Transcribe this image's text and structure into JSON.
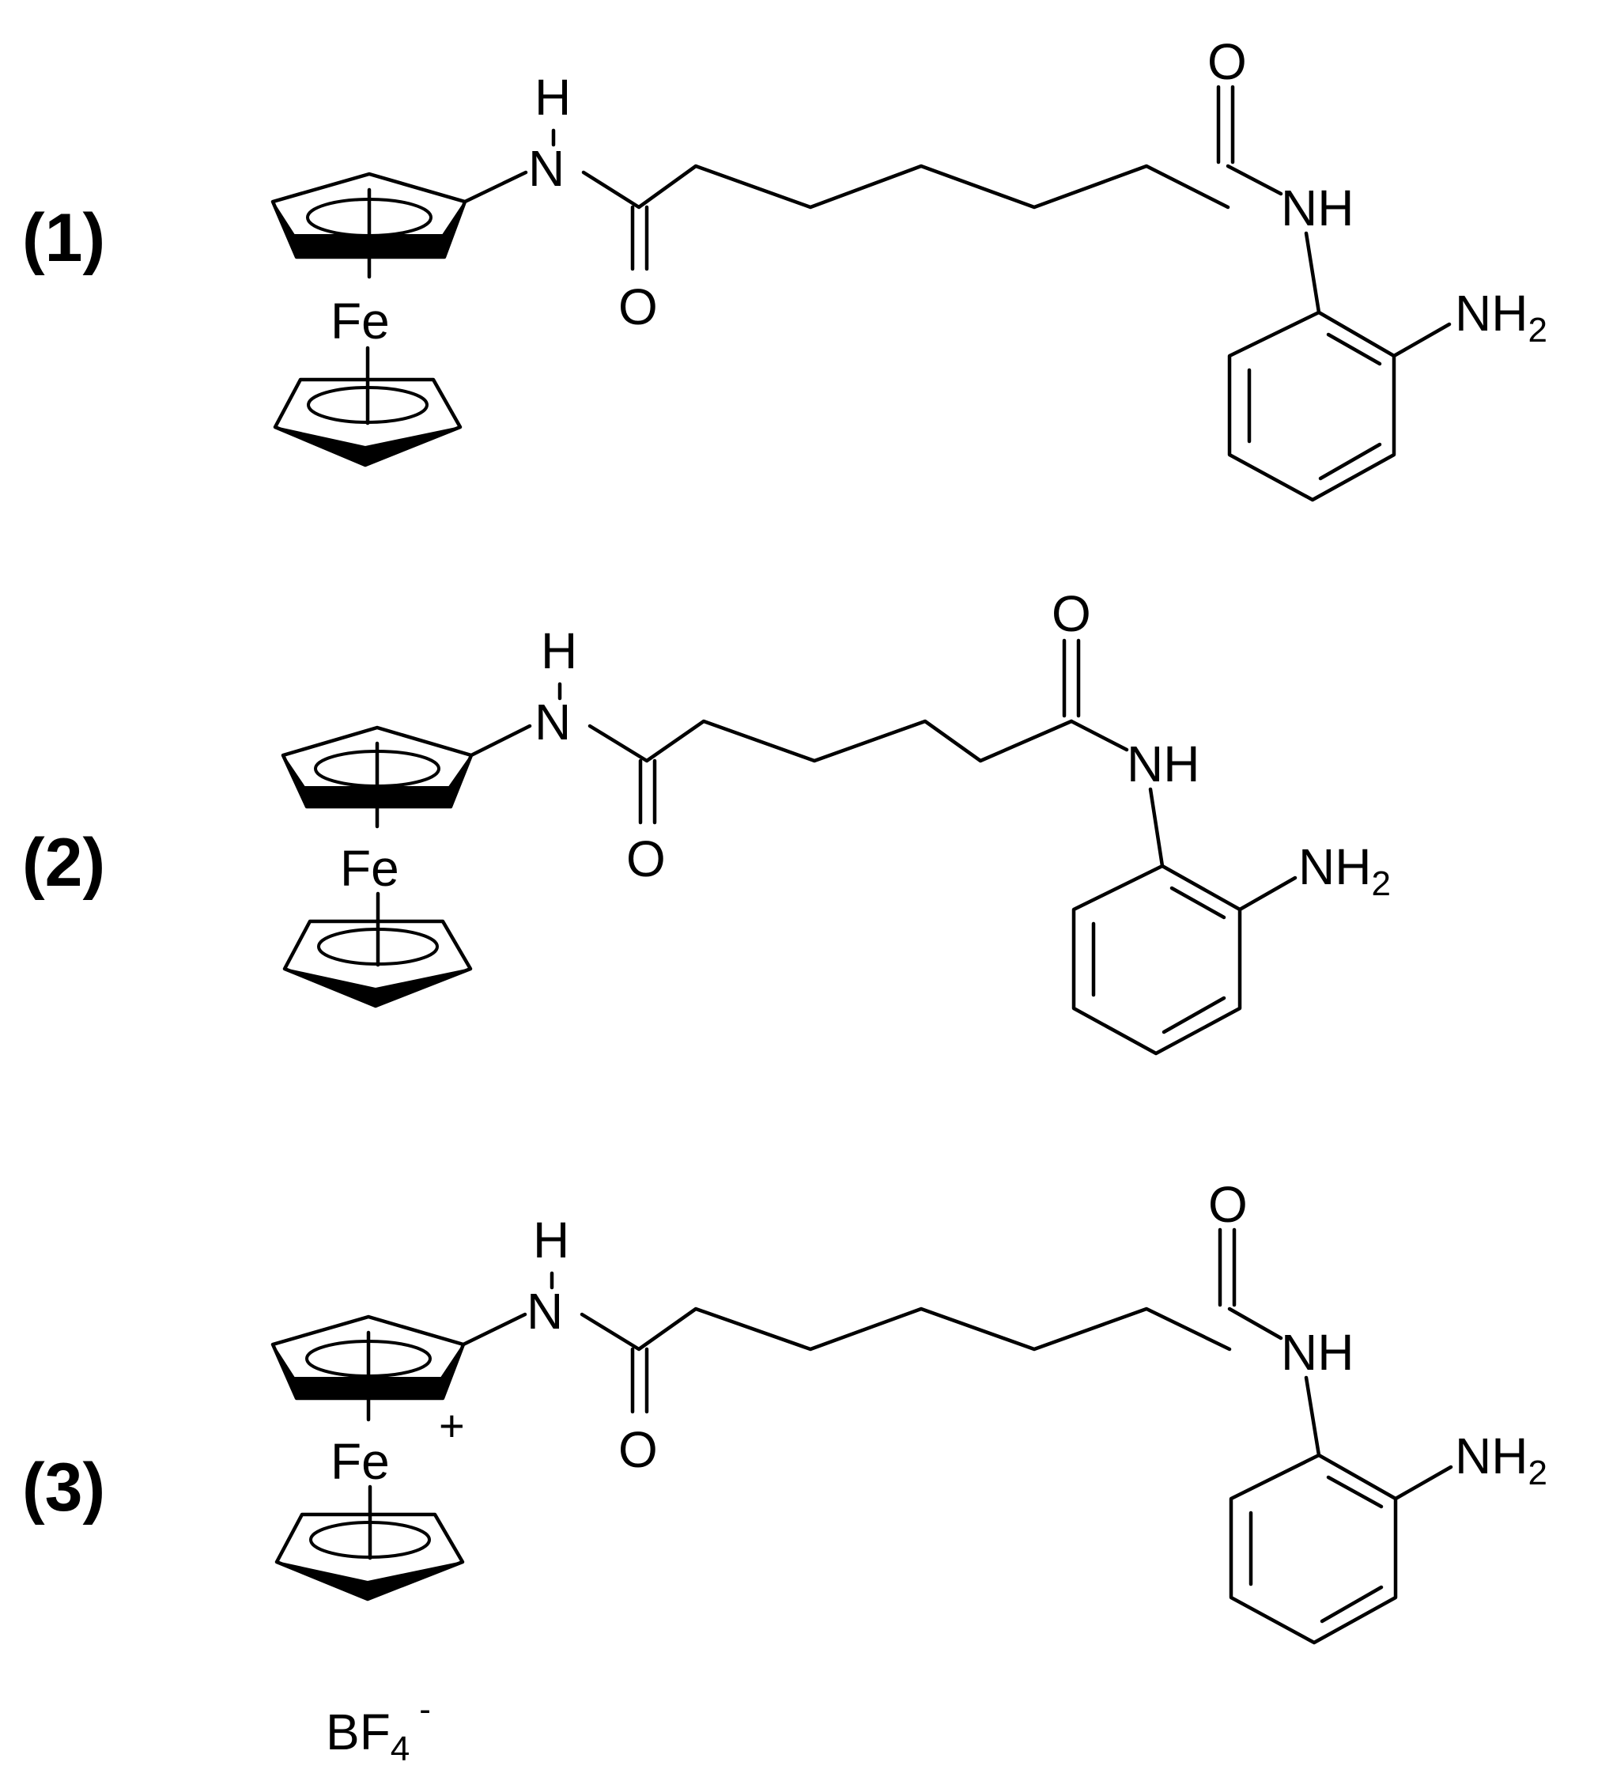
{
  "compounds": [
    {
      "label": "(1)",
      "atoms": {
        "metal": "Fe",
        "nh_top": "N",
        "h_top": "H",
        "o_left": "O",
        "o_right": "O",
        "nh_right": "NH",
        "amine": "NH",
        "amine_sub": "2"
      }
    },
    {
      "label": "(2)",
      "atoms": {
        "metal": "Fe",
        "nh_top": "N",
        "h_top": "H",
        "o_left": "O",
        "o_right": "O",
        "nh_right": "NH",
        "amine": "NH",
        "amine_sub": "2"
      }
    },
    {
      "label": "(3)",
      "atoms": {
        "metal": "Fe",
        "charge": "+",
        "nh_top": "N",
        "h_top": "H",
        "o_left": "O",
        "o_right": "O",
        "nh_right": "NH",
        "amine": "NH",
        "amine_sub": "2"
      },
      "counterion": {
        "base": "BF",
        "sub": "4",
        "charge": "-"
      }
    }
  ]
}
